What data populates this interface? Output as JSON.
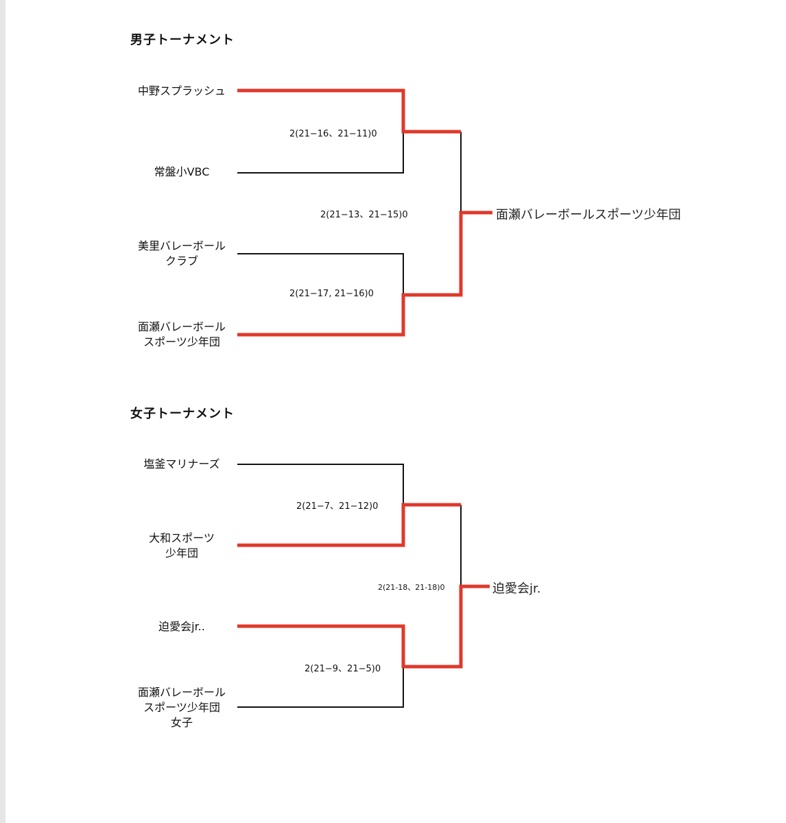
{
  "colors": {
    "loss_line": "#111111",
    "win_line": "#e0382b",
    "background": "#ffffff"
  },
  "boys": {
    "title": "男子トーナメント",
    "teams": [
      "中野スプラッシュ",
      "常盤小VBC",
      "美里バレーボール\nクラブ",
      "面瀬バレーボール\nスポーツ少年団"
    ],
    "semifinal_scores": [
      "2(21−16、21−11)0",
      "2(21−17, 21−16)0"
    ],
    "final_score": "2(21−13、21−15)0",
    "champion": "面瀬バレーボールスポーツ少年団"
  },
  "girls": {
    "title": "女子トーナメント",
    "teams": [
      "塩釜マリナーズ",
      "大和スポーツ\n少年団",
      "迫愛会jr..",
      "面瀬バレーボール\nスポーツ少年団\n女子"
    ],
    "semifinal_scores": [
      "2(21−7、21−12)0",
      "2(21−9、21−5)0"
    ],
    "final_score": "2(21-18、21-18)0",
    "champion": "迫愛会jr."
  }
}
